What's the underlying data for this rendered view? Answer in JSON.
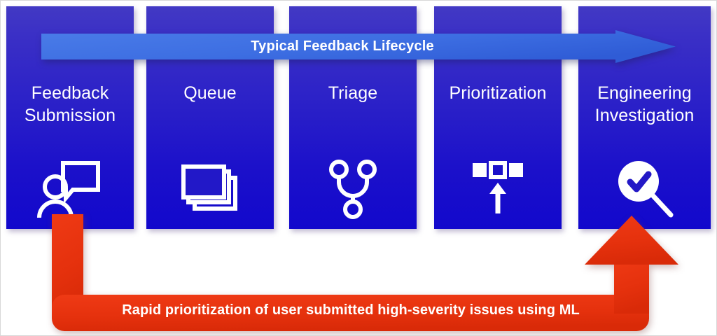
{
  "diagram": {
    "title": "Typical Feedback Lifecycle",
    "background_color": "#ffffff",
    "panel_color_top": "#4239c4",
    "panel_color_bottom": "#1208cc",
    "lifecycle_arrow_color": "#3b6fe0",
    "ml_arrow_color": "#e8330f",
    "stages": [
      {
        "id": "feedback-submission",
        "label": "Feedback\nSubmission",
        "icon": "person-speech-bubble-icon"
      },
      {
        "id": "queue",
        "label": "Queue",
        "icon": "stacked-cards-icon"
      },
      {
        "id": "triage",
        "label": "Triage",
        "icon": "branch-fork-icon"
      },
      {
        "id": "prioritization",
        "label": "Prioritization",
        "icon": "squares-up-arrow-icon"
      },
      {
        "id": "engineering-investigation",
        "label": "Engineering\nInvestigation",
        "icon": "magnifier-check-icon"
      }
    ],
    "lifecycle_arrow": {
      "label": "Typical Feedback Lifecycle",
      "direction": "left-to-right",
      "from_stage": "feedback-submission",
      "to_stage": "engineering-investigation"
    },
    "ml_arrow": {
      "label": "Rapid prioritization of user submitted high-severity issues using ML",
      "direction": "feedback-submission-to-engineering-investigation",
      "from_stage": "feedback-submission",
      "to_stage": "engineering-investigation"
    }
  }
}
